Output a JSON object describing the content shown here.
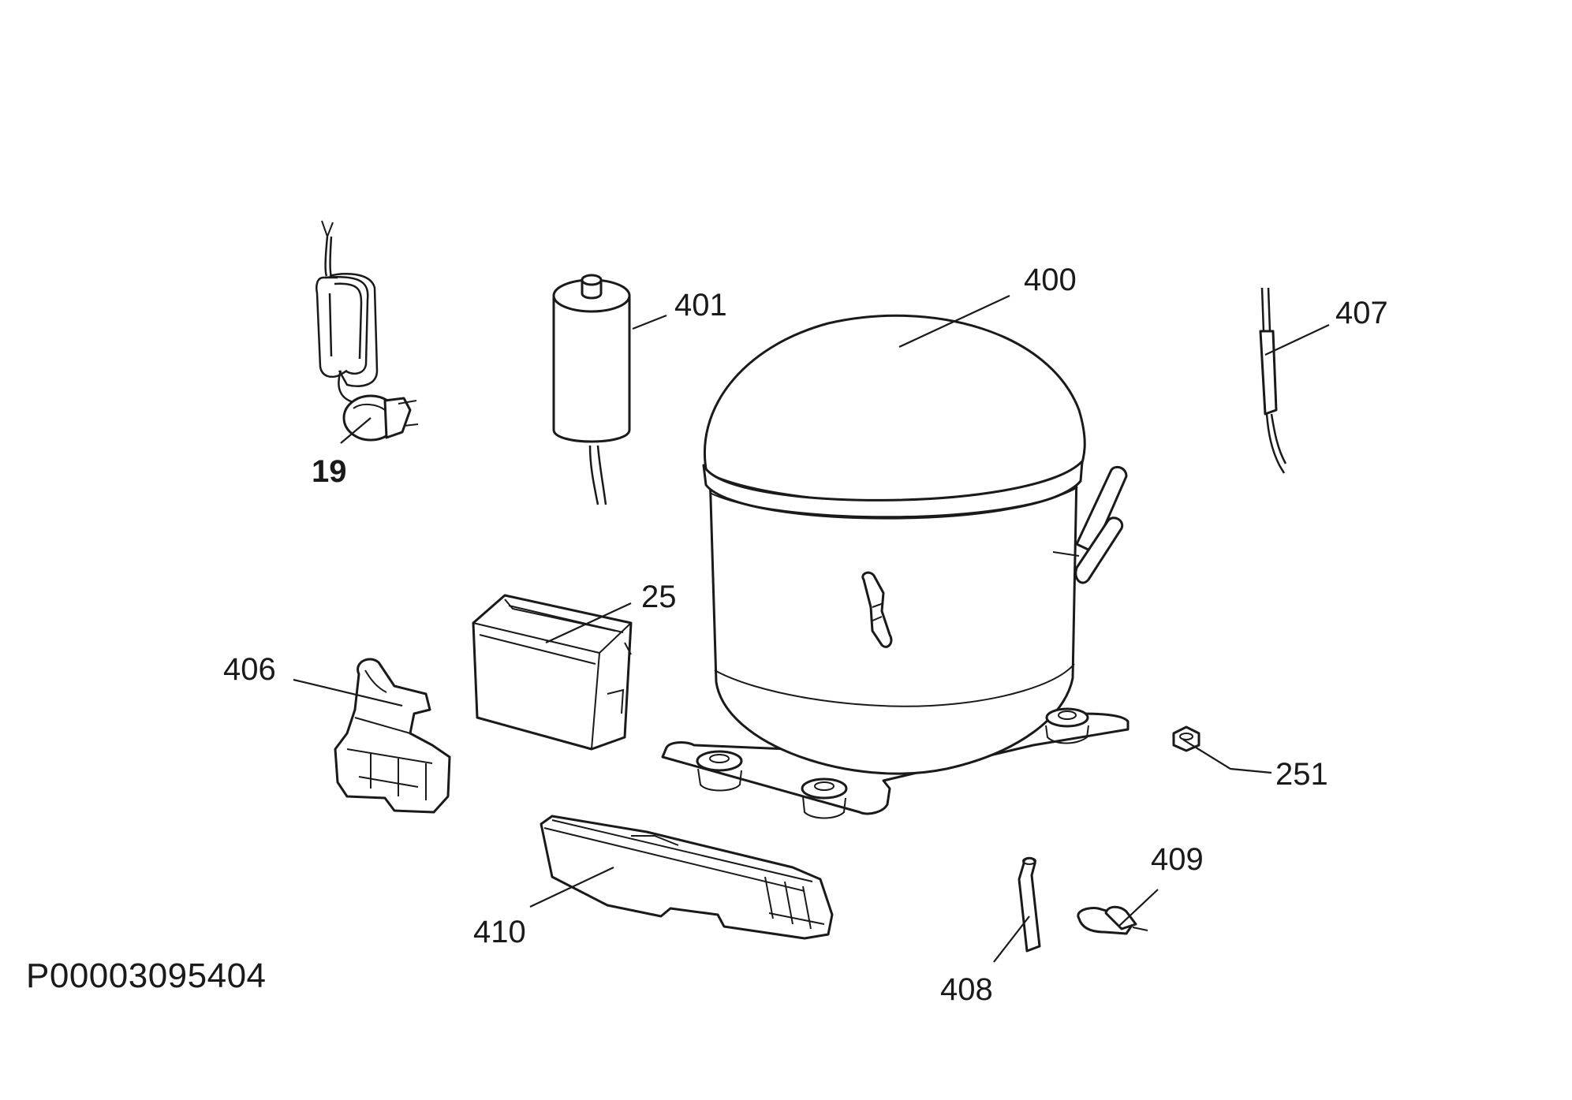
{
  "diagram": {
    "labels": {
      "cord": "19",
      "capacitor": "401",
      "compressor": "400",
      "drier": "407",
      "relay_cover": "25",
      "relay": "406",
      "grommet_nut": "251",
      "bracket": "410",
      "connector": "409",
      "tube": "408"
    },
    "document_code": "P00003095404"
  }
}
